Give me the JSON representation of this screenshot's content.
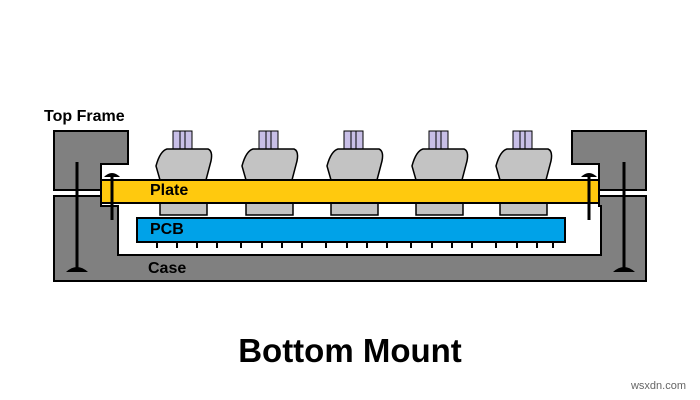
{
  "labels": {
    "top_frame": "Top Frame",
    "plate": "Plate",
    "pcb": "PCB",
    "case": "Case",
    "caption": "Bottom Mount",
    "watermark": "wsxdn.com"
  },
  "colors": {
    "frame": "#808080",
    "frame_stroke": "#000000",
    "plate": "#ffc90e",
    "pcb": "#00a2e8",
    "keycap": "#c3c3c3",
    "stem": "#c8bfe7",
    "screw": "#000000"
  },
  "keycap_count": 5
}
